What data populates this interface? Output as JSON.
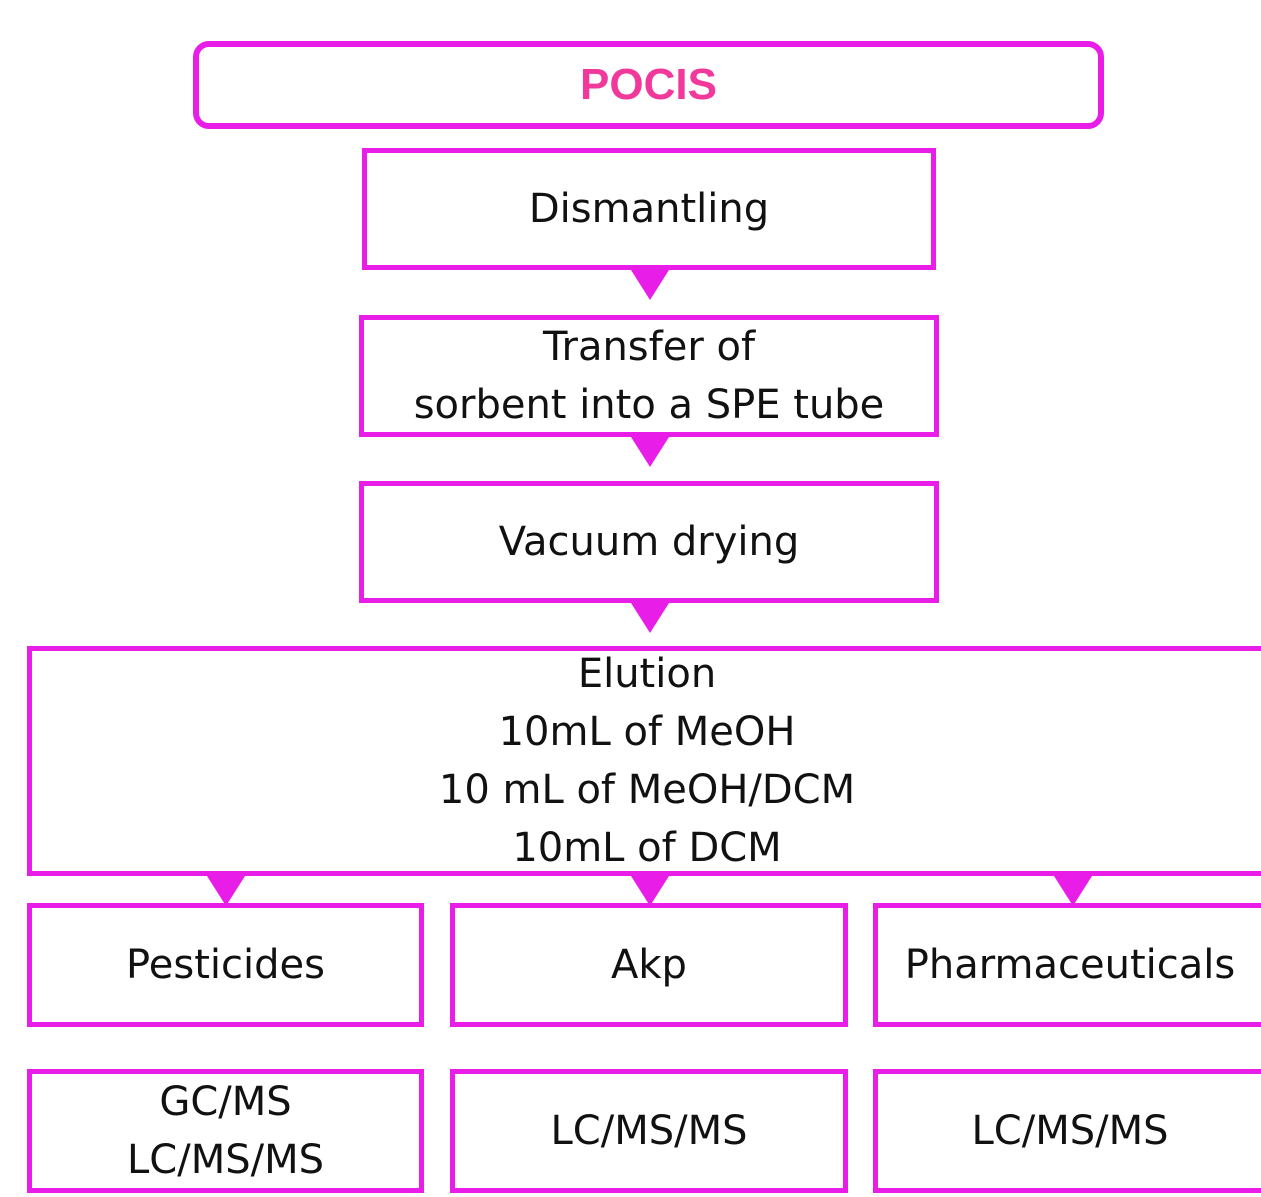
{
  "title": "POCIS",
  "steps": {
    "dismantling": "Dismantling",
    "transfer": [
      "Transfer of",
      "sorbent into a SPE tube"
    ],
    "drying": "Vacuum drying",
    "elution": [
      "Elution",
      "10mL of MeOH",
      "10 mL of MeOH/DCM",
      "10mL of DCM"
    ]
  },
  "categories": [
    "Pesticides",
    "Akp",
    "Pharmaceuticals"
  ],
  "methods": [
    [
      "GC/MS",
      "LC/MS/MS"
    ],
    [
      "LC/MS/MS"
    ],
    [
      "LC/MS/MS"
    ]
  ],
  "colors": {
    "accent": "#e81ee8",
    "title": "#f0399b"
  }
}
